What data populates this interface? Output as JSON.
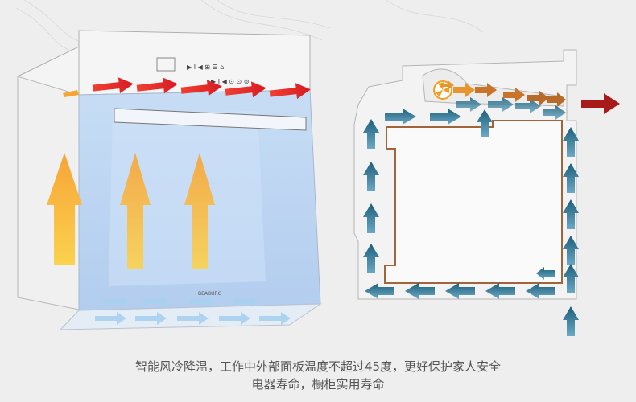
{
  "caption": {
    "line1": "智能风冷降温，工作中外部面板温度不超过45度，更好保护家人安全",
    "line2": "电器寿命，橱柜实用寿命"
  },
  "oven": {
    "brand": "BEABURG",
    "panel_controls": [
      "▶ I ◀ ⊞ ☰ ⌂",
      "▶ I ◀ ⊙ ⊙ ⊚"
    ]
  },
  "colors": {
    "background": "#eeeeee",
    "cavity_fill": "#bcd6f3",
    "hot_arrow": "#e8222a",
    "warm_arrow_top": "#f7a437",
    "warm_arrow_bottom": "#fbd24e",
    "airflow_arrow": "#1d5f7a",
    "outline": "#a9a9a9",
    "inner_chamber": "#a0653a",
    "exhaust_arrow": "#a81b1b",
    "fan_orange": "#f0a020"
  }
}
